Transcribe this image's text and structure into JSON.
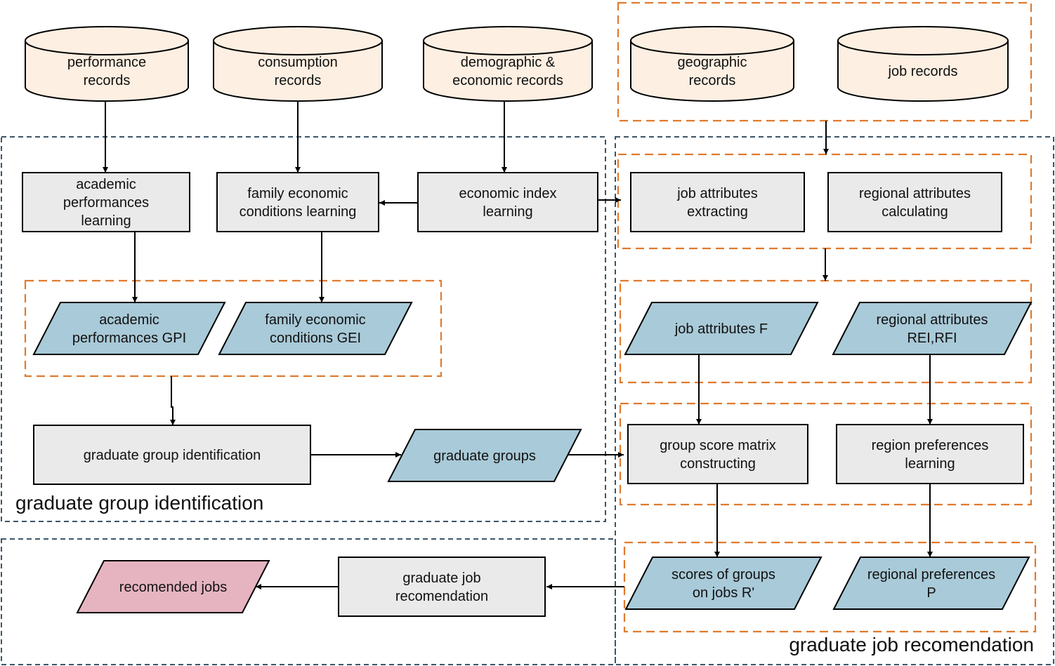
{
  "colors": {
    "data_source_fill": "#fdefe2",
    "process_fill": "#eaeaea",
    "data_output_fill": "#a9cad8",
    "result_fill": "#e6b4c1",
    "orange_dash": "#e07a2e",
    "blue_dash": "#3c5569"
  },
  "sections": {
    "group_identification": "graduate group identification",
    "job_recommendation": "graduate job recomendation"
  },
  "sources": {
    "performance": [
      "performance",
      "records"
    ],
    "consumption": [
      "consumption",
      "records"
    ],
    "demographic": [
      "demographic &",
      "economic records"
    ],
    "geographic": [
      "geographic",
      "records"
    ],
    "job": [
      "job records"
    ]
  },
  "processes": {
    "academic": [
      "academic",
      "performances",
      "learning"
    ],
    "family": [
      "family economic",
      "conditions learning"
    ],
    "economic_index": [
      "economic index",
      "learning"
    ],
    "job_attr": [
      "job attributes",
      "extracting"
    ],
    "regional_attr": [
      "regional attributes",
      "calculating"
    ],
    "group_identification": [
      "graduate group identification"
    ],
    "score_matrix": [
      "group score matrix",
      "constructing"
    ],
    "region_pref": [
      "region preferences",
      "learning"
    ],
    "job_recommendation": [
      "graduate job",
      "recomendation"
    ]
  },
  "outputs": {
    "gpi": [
      "academic",
      "performances GPI"
    ],
    "gei": [
      "family economic",
      "conditions GEI"
    ],
    "groups": [
      "graduate groups"
    ],
    "job_attr_f": [
      "job attributes F"
    ],
    "regional_attr": [
      "regional attributes",
      "REI,RFI"
    ],
    "scores": [
      "scores of groups",
      "on jobs R'"
    ],
    "regional_pref": [
      "regional preferences",
      "P"
    ],
    "recommended": [
      "recomended jobs"
    ]
  }
}
